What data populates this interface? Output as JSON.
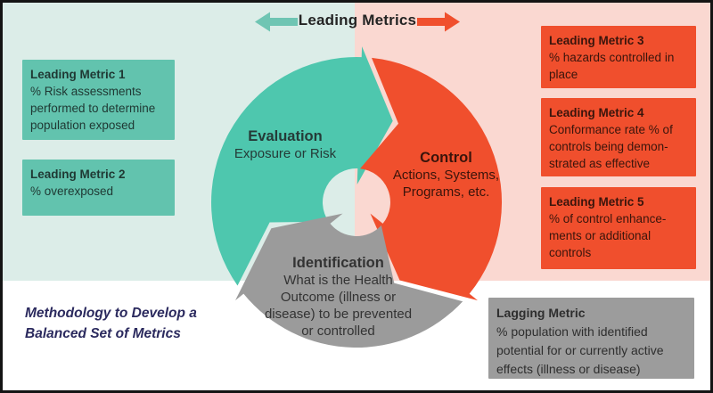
{
  "colors": {
    "bg_mint": "#DCEDE8",
    "bg_pink": "#FAD8D1",
    "teal_segment": "#4EC7AE",
    "teal_arrow": "#6FC5B3",
    "teal_box": "#62C3AE",
    "orange": "#F04F2D",
    "gray_segment": "#9B9B9B",
    "gray_box": "#9C9C9C",
    "title_text": "#242424",
    "teal_box_text": "#1F3833",
    "orange_box_text": "#3A150C",
    "gray_box_text": "#2E2E2E",
    "eval_text": "#253B38",
    "control_text": "#3A140B",
    "ident_text": "#333333",
    "caption_text": "#2B2A5E"
  },
  "header": {
    "title": "Leading Metrics",
    "left_arrow_icon": "block-arrow-left",
    "right_arrow_icon": "block-arrow-right"
  },
  "cycle": {
    "evaluation": {
      "title": "Evaluation",
      "subtitle": "Exposure or Risk"
    },
    "control": {
      "title": "Control",
      "subtitle": "Actions, Systems,\nPrograms, etc."
    },
    "identification": {
      "title": "Identification",
      "subtitle": "What is the Health\nOutcome (illness or\ndisease) to be prevented\nor controlled"
    }
  },
  "left_metrics": [
    {
      "title": "Leading Metric 1",
      "description": "% Risk assessments\nperformed to determine\npopulation exposed"
    },
    {
      "title": "Leading Metric 2",
      "description": "% overexposed"
    }
  ],
  "right_metrics": [
    {
      "title": "Leading Metric 3",
      "description": "% hazards controlled in\nplace"
    },
    {
      "title": "Leading Metric 4",
      "description": "Conformance rate % of\ncontrols being demon-\nstrated as effective"
    },
    {
      "title": "Leading Metric 5",
      "description": "% of control enhance-\nments or additional\ncontrols"
    }
  ],
  "lagging_metric": {
    "title": "Lagging Metric",
    "description": "% population with identified\npotential for or currently active\neffects (illness or disease)"
  },
  "caption": "Methodology to Develop a\nBalanced Set of Metrics"
}
